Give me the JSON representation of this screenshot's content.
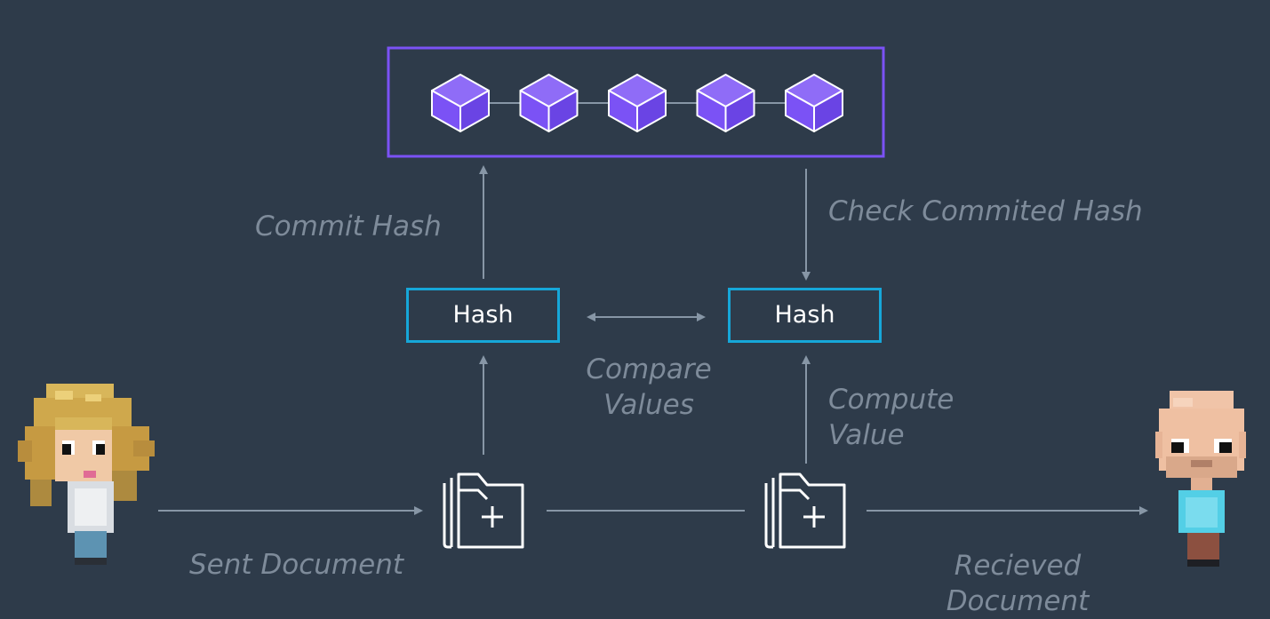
{
  "labels": {
    "commit_hash": "Commit Hash",
    "check_committed_hash": "Check Commited Hash",
    "compare_values": [
      "Compare",
      "Values"
    ],
    "compute_value": [
      "Compute",
      "Value"
    ],
    "sent_document": "Sent Document",
    "received_document": [
      "Recieved",
      "Document"
    ]
  },
  "hash_left": "Hash",
  "hash_right": "Hash",
  "blockchain": {
    "block_count": 5,
    "accent": "#7b52f5",
    "frame": "#7b52f5"
  },
  "colors": {
    "background": "#2e3b4a",
    "arrow": "#8796a6",
    "hash_border": "#16a7d9",
    "label": "#7e8b9a",
    "blockchain_frame": "#7b52f5"
  },
  "icons": {
    "sender": "pixel-woman-avatar-icon",
    "receiver": "pixel-bald-man-avatar-icon",
    "document": "document-folder-add-icon",
    "block": "cube-block-icon"
  }
}
